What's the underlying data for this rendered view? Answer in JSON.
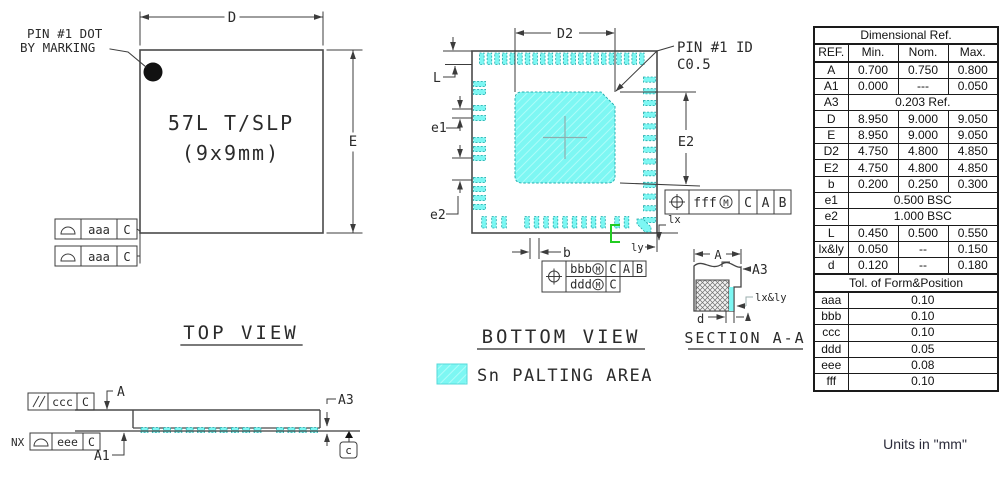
{
  "drawing": {
    "top_view": {
      "title": "TOP VIEW",
      "package_label_line1": "57L T/SLP",
      "package_label_line2": "(9x9mm)",
      "pin1_note_line1": "PIN #1 DOT",
      "pin1_note_line2": "BY MARKING",
      "dim_d": "D",
      "dim_e": "E",
      "frame_aaa_tol": "aaa",
      "frame_aaa_datum": "C"
    },
    "side_view": {
      "dim_a": "A",
      "dim_a1": "A1",
      "dim_a3": "A3",
      "frame_ccc_tol": "ccc",
      "frame_ccc_datum": "C",
      "frame_eee_prefix": "NX",
      "frame_eee_tol": "eee",
      "frame_eee_datum": "C",
      "datum_c_label": "c"
    },
    "bottom_view": {
      "title": "BOTTOM VIEW",
      "pin1_id_line1": "PIN #1 ID",
      "pin1_id_line2": "C0.5",
      "dim_d2": "D2",
      "dim_e2": "E2",
      "dim_l": "L",
      "dim_e1": "e1",
      "dim_e2_pitch": "e2",
      "dim_b": "b",
      "dim_lx": "lx",
      "dim_ly": "ly",
      "frame_fff_tol": "fff",
      "frame_fff_d1": "C",
      "frame_fff_d2": "A",
      "frame_fff_d3": "B",
      "frame_bbb_tol": "bbb",
      "frame_bbb_d1": "C",
      "frame_bbb_d2": "A",
      "frame_bbb_d3": "B",
      "frame_ddd_tol": "ddd",
      "frame_ddd_d1": "C",
      "legend_label": "Sn PALTING AREA"
    },
    "section_view": {
      "title": "SECTION A-A",
      "dim_a": "A",
      "dim_a3": "A3",
      "dim_lxly": "lx&ly",
      "dim_d": "d"
    }
  },
  "table": {
    "title": "Dimensional Ref.",
    "columns": [
      "REF.",
      "Min.",
      "Nom.",
      "Max."
    ],
    "rows": [
      {
        "ref": "A",
        "min": "0.700",
        "nom": "0.750",
        "max": "0.800"
      },
      {
        "ref": "A1",
        "min": "0.000",
        "nom": "---",
        "max": "0.050"
      },
      {
        "ref": "A3",
        "span": "0.203 Ref."
      },
      {
        "ref": "D",
        "min": "8.950",
        "nom": "9.000",
        "max": "9.050"
      },
      {
        "ref": "E",
        "min": "8.950",
        "nom": "9.000",
        "max": "9.050"
      },
      {
        "ref": "D2",
        "min": "4.750",
        "nom": "4.800",
        "max": "4.850"
      },
      {
        "ref": "E2",
        "min": "4.750",
        "nom": "4.800",
        "max": "4.850"
      },
      {
        "ref": "b",
        "min": "0.200",
        "nom": "0.250",
        "max": "0.300"
      },
      {
        "ref": "e1",
        "span": "0.500 BSC"
      },
      {
        "ref": "e2",
        "span": "1.000 BSC"
      },
      {
        "ref": "L",
        "min": "0.450",
        "nom": "0.500",
        "max": "0.550"
      },
      {
        "ref": "lx&ly",
        "min": "0.050",
        "nom": "--",
        "max": "0.150"
      },
      {
        "ref": "d",
        "min": "0.120",
        "nom": "--",
        "max": "0.180"
      }
    ],
    "tol_section": {
      "title": "Tol. of Form&Position",
      "rows": [
        {
          "ref": "aaa",
          "value": "0.10"
        },
        {
          "ref": "bbb",
          "value": "0.10"
        },
        {
          "ref": "ccc",
          "value": "0.10"
        },
        {
          "ref": "ddd",
          "value": "0.05"
        },
        {
          "ref": "eee",
          "value": "0.08"
        },
        {
          "ref": "fff",
          "value": "0.10"
        }
      ]
    }
  },
  "footer": {
    "units_note": "Units in \"mm\""
  },
  "colors": {
    "plating_cyan": "#7DF7F3",
    "line": "#3c3c3c",
    "green_marker": "#22CC22"
  }
}
